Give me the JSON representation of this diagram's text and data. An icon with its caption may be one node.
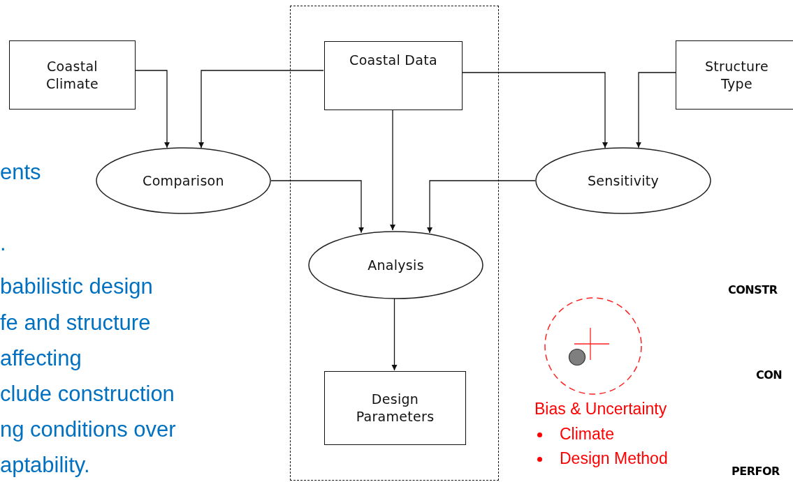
{
  "diagram": {
    "nodes": [
      {
        "text": [
          "Coastal Climate"
        ]
      },
      {
        "text": [],
        "shape": "box"
      },
      {
        "text": [
          "Coastal Data"
        ],
        "in": 1
      },
      {
        "text": [
          "Structure Type"
        ]
      },
      {
        "text": [
          "Comparison"
        ]
      },
      {
        "text": [
          "Sensitivity"
        ]
      },
      {
        "text": [
          "Analysis"
        ],
        "in": 1
      },
      {
        "text": [
          "Design Parameters"
        ],
        "in": 1
      }
    ],
    "edges": [
      {
        "from": 0,
        "to": 4,
        "arrow": "to"
      },
      {
        "from": 2,
        "to": 4,
        "arrow": "to"
      },
      {
        "from": 2,
        "to": 5,
        "arrow": "to"
      },
      {
        "from": 3,
        "to": 5,
        "arrow": "to"
      },
      {
        "from": 4,
        "to": 6,
        "arrow": "to"
      },
      {
        "from": 2,
        "to": 6,
        "arrow": "to"
      },
      {
        "from": 5,
        "to": 6,
        "arrow": "to"
      },
      {
        "from": 6,
        "to": 7,
        "arrow": "to"
      }
    ],
    "labels": [
      "ents",
      ".",
      "babilistic design",
      "fe and structure",
      "affecting",
      "clude construction",
      "ng conditions over",
      "aptability.",
      "Bias & Uncertainty",
      "Climate",
      "Design Method",
      "CONSTR",
      "CON",
      "PERFOR"
    ]
  }
}
